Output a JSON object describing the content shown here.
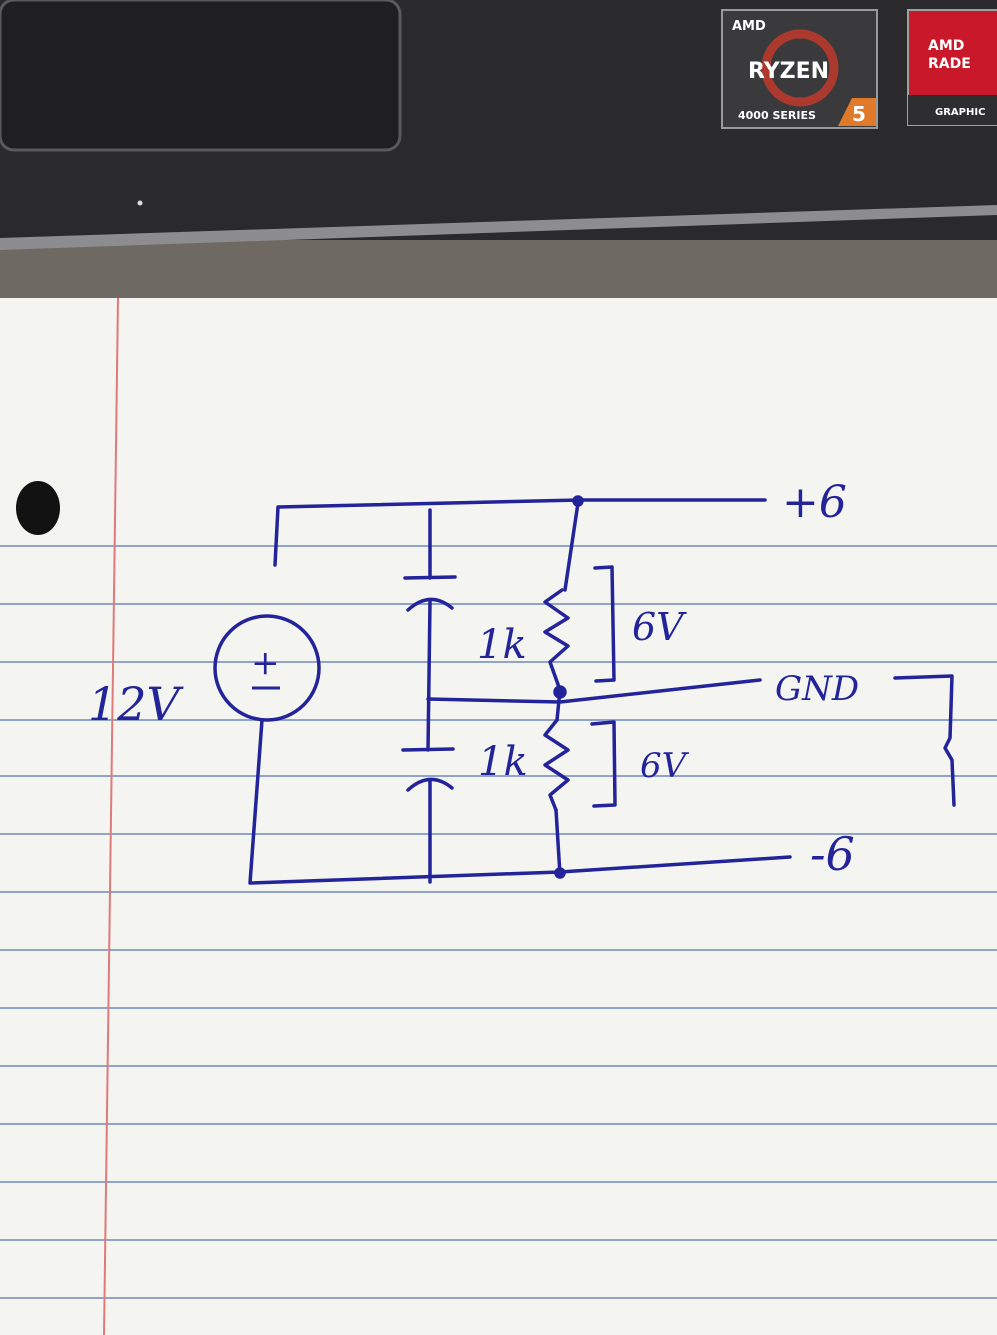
{
  "laptop": {
    "ryzen_sticker": {
      "brand": "AMD",
      "product": "RYZEN",
      "series": "4000 SERIES",
      "tier": "5"
    },
    "radeon_sticker": {
      "brand": "AMD",
      "product": "RADE",
      "subtitle": "GRAPHIC"
    }
  },
  "schematic": {
    "source_label": "12V",
    "source_polarity": "+",
    "resistor_top_label": "1k",
    "resistor_bottom_label": "1k",
    "voltage_top_label": "6V",
    "voltage_bottom_label": "6V",
    "output_plus_label": "+6",
    "output_gnd_label": "GND",
    "output_minus_label": "-6"
  },
  "colors": {
    "ink": "#23239a",
    "paper": "#f4f4f1",
    "rule_line": "#8fa4c8",
    "margin_line": "#e07a7a",
    "laptop_body": "#2b2b2d",
    "desk": "#6f6c66"
  }
}
